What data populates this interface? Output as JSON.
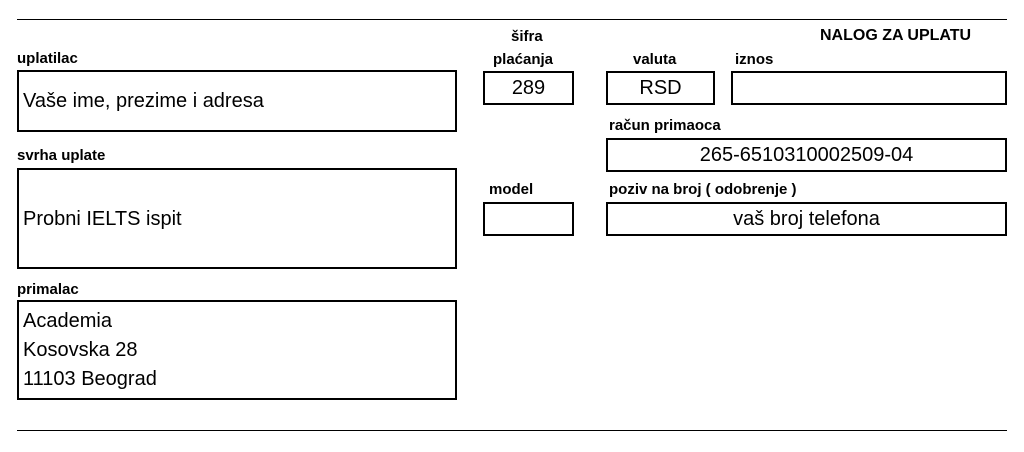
{
  "title": "NALOG ZA UPLATU",
  "payer": {
    "label": "uplatilac",
    "value": "Vaše ime, prezime i adresa"
  },
  "purpose": {
    "label": "svrha uplate",
    "value": "Probni IELTS ispit"
  },
  "recipient": {
    "label": "primalac",
    "lines": [
      "Academia",
      "Kosovska 28",
      "11103 Beograd"
    ]
  },
  "payment_code": {
    "label_line1": "šifra",
    "label_line2": "plaćanja",
    "value": "289"
  },
  "currency": {
    "label": "valuta",
    "value": "RSD"
  },
  "amount": {
    "label": "iznos",
    "value": ""
  },
  "recipient_account": {
    "label": "račun primaoca",
    "value": "265-6510310002509-04"
  },
  "model": {
    "label": "model",
    "value": ""
  },
  "reference": {
    "label": "poziv na broj ( odobrenje )",
    "value": "vaš broj telefona"
  }
}
